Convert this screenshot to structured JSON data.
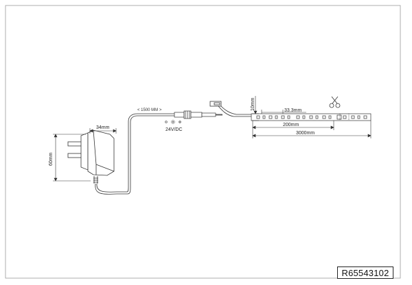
{
  "diagram": {
    "product_code": "R65543102",
    "dimensions": {
      "adapter_width": "34mm",
      "adapter_height": "60mm",
      "cable_length": "< 1500 MM >",
      "strip_height": "10mm",
      "led_pitch": "33.3mm",
      "segment_length": "200mm",
      "strip_length": "3000mm"
    },
    "voltage": "24V/DC"
  },
  "colors": {
    "line": "#333333",
    "frame": "#999999"
  },
  "icons": {
    "cut": "scissors-icon",
    "power": "polarity-icon"
  }
}
